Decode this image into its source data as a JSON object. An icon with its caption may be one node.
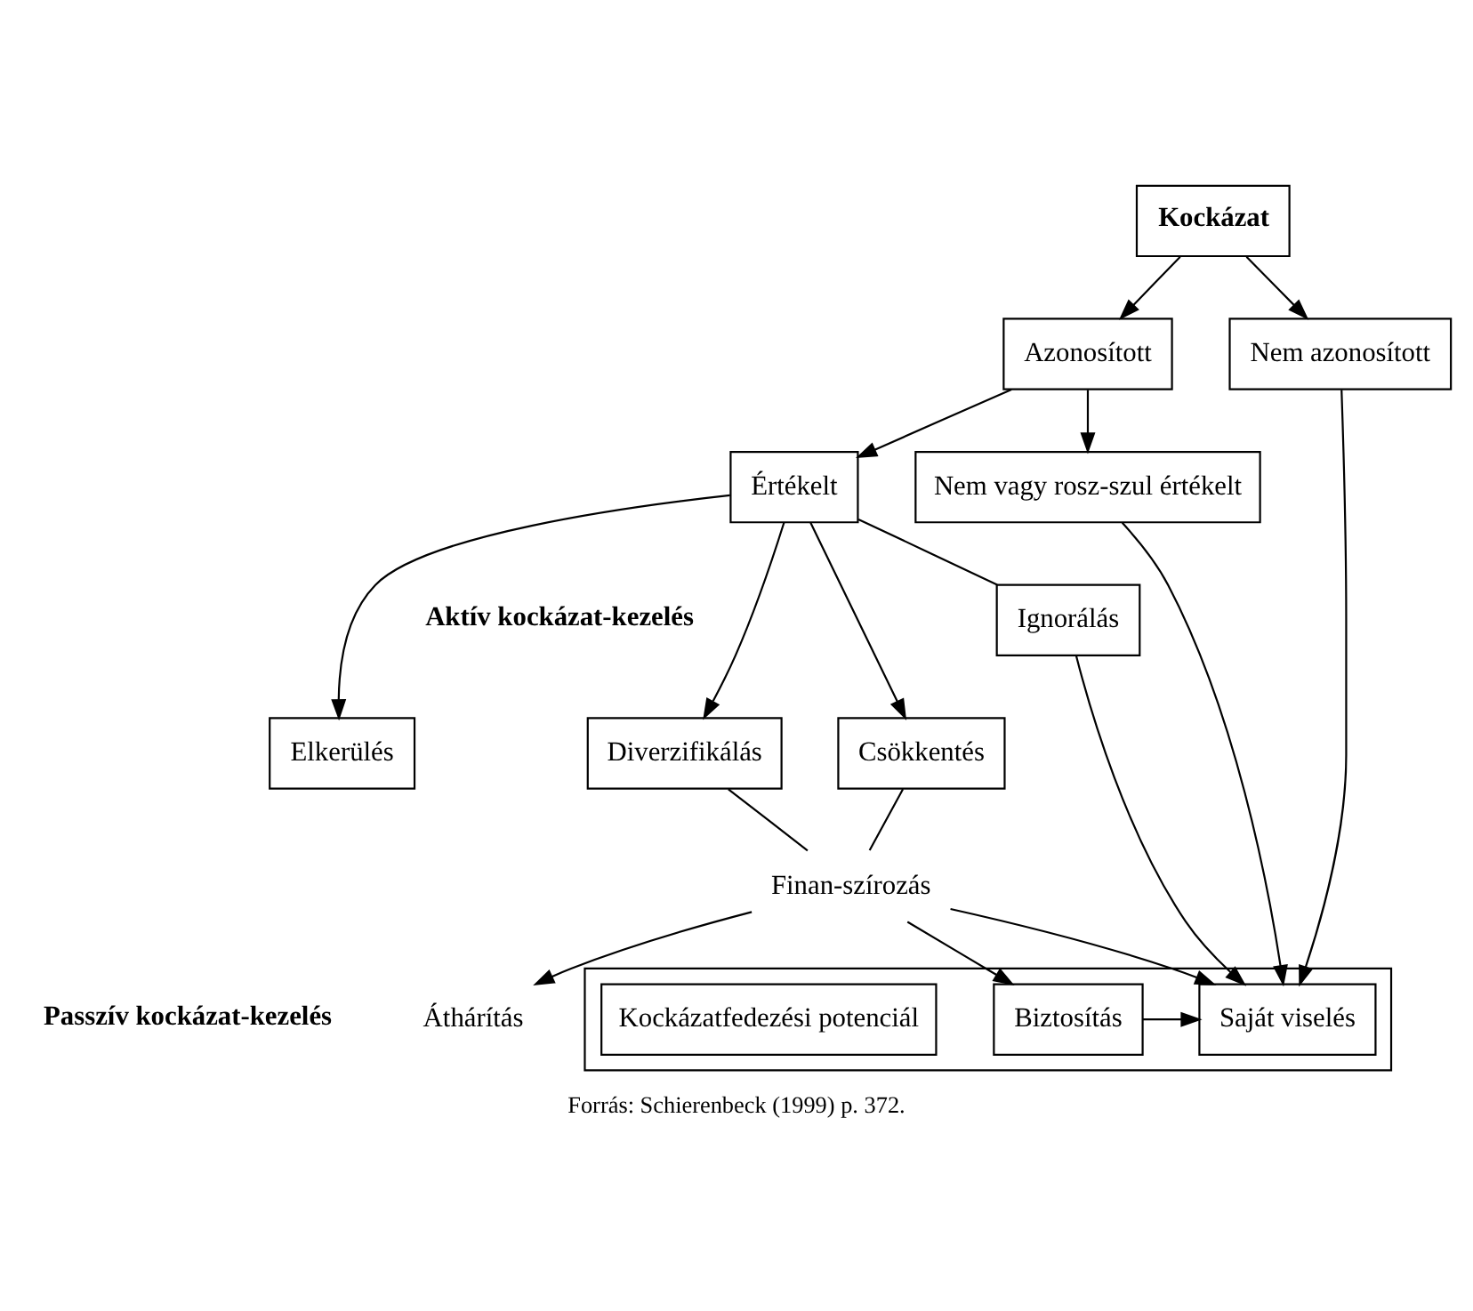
{
  "diagram": {
    "caption": "Forrás: Schierenbeck (1999) p. 372.",
    "nodes": [
      {
        "text": [
          "Kockázat"
        ]
      },
      {
        "text": [
          "Azonosított"
        ]
      },
      {
        "text": [
          "Nem azonosított"
        ]
      },
      {
        "text": [
          "Értékelt"
        ]
      },
      {
        "text": [
          "Nem vagy rosz-szul értékelt"
        ]
      },
      {
        "text": [
          "Ignorálás"
        ]
      },
      {
        "text": [
          "Elkerülés"
        ]
      },
      {
        "text": [
          "Diverzifikálás"
        ]
      },
      {
        "text": [
          "Csökkentés"
        ]
      },
      {
        "text": [
          "Finan-szírozás"
        ]
      },
      {
        "text": [
          "Áthárítás"
        ]
      },
      {
        "text": [],
        "shape": "box"
      },
      {
        "text": [
          "Biztosítás"
        ],
        "in": 11
      },
      {
        "text": [
          "Saját viselés"
        ],
        "in": 11
      },
      {
        "text": [
          "Kockázatfedezési potenciál"
        ],
        "in": 11
      }
    ],
    "edges": [
      {
        "from": 0,
        "to": 1,
        "arrow": "to"
      },
      {
        "from": 0,
        "to": 2,
        "arrow": "to"
      },
      {
        "from": 1,
        "to": 3,
        "arrow": "to"
      },
      {
        "from": 1,
        "to": 4,
        "arrow": "to"
      },
      {
        "from": 3,
        "to": 5,
        "arrow": "none"
      },
      {
        "from": 3,
        "to": 6,
        "arrow": "to"
      },
      {
        "from": 3,
        "to": 7,
        "arrow": "to"
      },
      {
        "from": 3,
        "to": 8,
        "arrow": "to"
      },
      {
        "from": 2,
        "to": 13,
        "arrow": "to"
      },
      {
        "from": 4,
        "to": 13,
        "arrow": "to"
      },
      {
        "from": 5,
        "to": 13,
        "arrow": "to"
      },
      {
        "from": 7,
        "to": 9,
        "arrow": "none"
      },
      {
        "from": 8,
        "to": 9,
        "arrow": "none"
      },
      {
        "from": 9,
        "to": 10,
        "arrow": "to"
      },
      {
        "from": 9,
        "to": 12,
        "arrow": "to"
      },
      {
        "from": 9,
        "to": 13,
        "arrow": "to"
      },
      {
        "from": 12,
        "to": 13,
        "arrow": "to"
      }
    ],
    "labels": [
      "Aktív kockázat-kezelés",
      "Passzív kockázat-kezelés"
    ]
  }
}
